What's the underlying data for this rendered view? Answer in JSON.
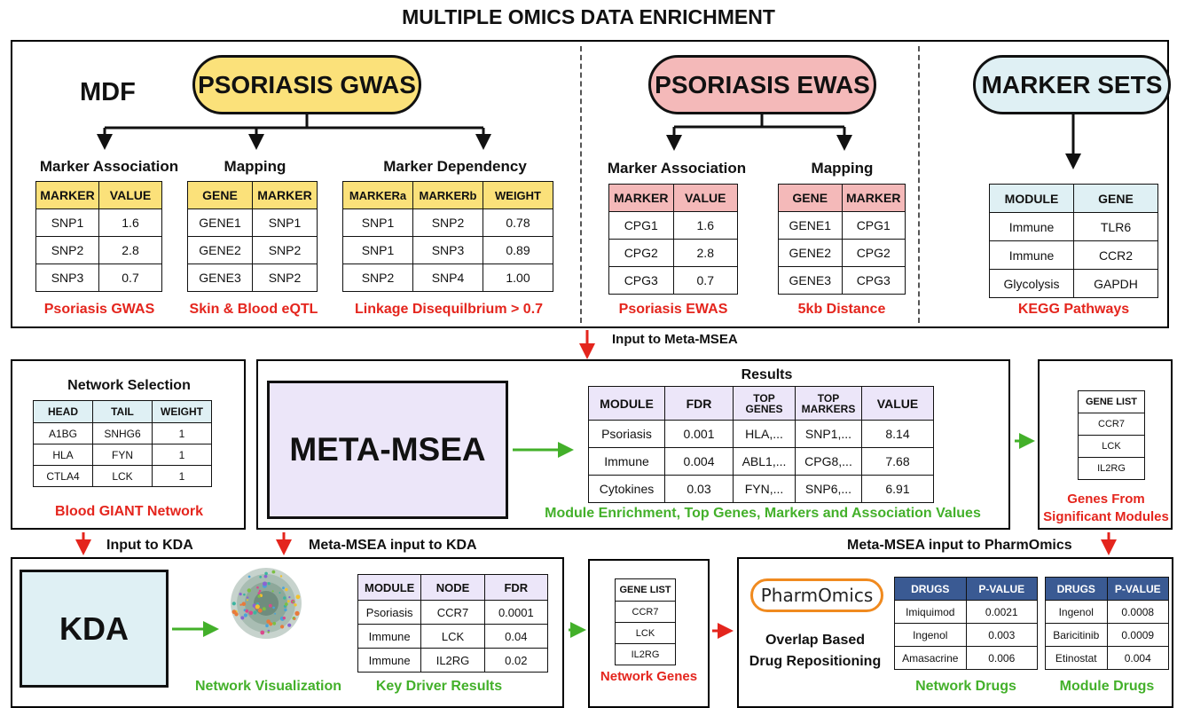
{
  "title": "MULTIPLE OMICS DATA ENRICHMENT",
  "colors": {
    "yellow": "#fbe17a",
    "pink": "#f4b9b9",
    "lightblue": "#dff0f4",
    "lavender": "#ece6f9",
    "red": "#e4251d",
    "green": "#43b02a",
    "navy": "#3a5a93"
  },
  "mdf": {
    "label": "MDF",
    "gwas": {
      "pill": "PSORIASIS GWAS",
      "assoc": {
        "title": "Marker Association",
        "header": [
          "MARKER",
          "VALUE"
        ],
        "rows": [
          [
            "SNP1",
            "1.6"
          ],
          [
            "SNP2",
            "2.8"
          ],
          [
            "SNP3",
            "0.7"
          ]
        ],
        "source": "Psoriasis GWAS"
      },
      "mapping": {
        "title": "Mapping",
        "header": [
          "GENE",
          "MARKER"
        ],
        "rows": [
          [
            "GENE1",
            "SNP1"
          ],
          [
            "GENE2",
            "SNP2"
          ],
          [
            "GENE3",
            "SNP2"
          ]
        ],
        "source": "Skin & Blood eQTL"
      },
      "dependency": {
        "title": "Marker Dependency",
        "header": [
          "MARKERa",
          "MARKERb",
          "WEIGHT"
        ],
        "rows": [
          [
            "SNP1",
            "SNP2",
            "0.78"
          ],
          [
            "SNP1",
            "SNP3",
            "0.89"
          ],
          [
            "SNP2",
            "SNP4",
            "1.00"
          ]
        ],
        "source": "Linkage Disequilbrium > 0.7"
      }
    },
    "ewas": {
      "pill": "PSORIASIS EWAS",
      "assoc": {
        "title": "Marker Association",
        "header": [
          "MARKER",
          "VALUE"
        ],
        "rows": [
          [
            "CPG1",
            "1.6"
          ],
          [
            "CPG2",
            "2.8"
          ],
          [
            "CPG3",
            "0.7"
          ]
        ],
        "source": "Psoriasis EWAS"
      },
      "mapping": {
        "title": "Mapping",
        "header": [
          "GENE",
          "MARKER"
        ],
        "rows": [
          [
            "GENE1",
            "CPG1"
          ],
          [
            "GENE2",
            "CPG2"
          ],
          [
            "GENE3",
            "CPG3"
          ]
        ],
        "source": "5kb Distance"
      }
    },
    "markersets": {
      "pill": "MARKER SETS",
      "header": [
        "MODULE",
        "GENE"
      ],
      "rows": [
        [
          "Immune",
          "TLR6"
        ],
        [
          "Immune",
          "CCR2"
        ],
        [
          "Glycolysis",
          "GAPDH"
        ]
      ],
      "source": "KEGG Pathways"
    }
  },
  "input_meta": "Input to Meta-MSEA",
  "network": {
    "title": "Network Selection",
    "header": [
      "HEAD",
      "TAIL",
      "WEIGHT"
    ],
    "rows": [
      [
        "A1BG",
        "SNHG6",
        "1"
      ],
      [
        "HLA",
        "FYN",
        "1"
      ],
      [
        "CTLA4",
        "LCK",
        "1"
      ]
    ],
    "source": "Blood GIANT Network"
  },
  "meta": {
    "box": "META-MSEA",
    "results_title": "Results",
    "header": [
      "MODULE",
      "FDR",
      "TOP GENES",
      "TOP MARKERS",
      "VALUE"
    ],
    "rows": [
      [
        "Psoriasis",
        "0.001",
        "HLA,...",
        "SNP1,...",
        "8.14"
      ],
      [
        "Immune",
        "0.004",
        "ABL1,...",
        "CPG8,...",
        "7.68"
      ],
      [
        "Cytokines",
        "0.03",
        "FYN,...",
        "SNP6,...",
        "6.91"
      ]
    ],
    "caption": "Module Enrichment, Top Genes, Markers and Association Values"
  },
  "sig": {
    "header": "GENE LIST",
    "rows": [
      "CCR7",
      "LCK",
      "IL2RG"
    ],
    "caption1": "Genes From",
    "caption2": "Significant Modules"
  },
  "labels": {
    "input_kda": "Input to KDA",
    "meta_kda": "Meta-MSEA input to KDA",
    "meta_pharm": "Meta-MSEA input to PharmOmics"
  },
  "kda": {
    "box": "KDA",
    "viz_caption": "Network Visualization",
    "header": [
      "MODULE",
      "NODE",
      "FDR"
    ],
    "rows": [
      [
        "Psoriasis",
        "CCR7",
        "0.0001"
      ],
      [
        "Immune",
        "LCK",
        "0.04"
      ],
      [
        "Immune",
        "IL2RG",
        "0.02"
      ]
    ],
    "results_caption": "Key Driver Results"
  },
  "netgenes": {
    "header": "GENE LIST",
    "rows": [
      "CCR7",
      "LCK",
      "IL2RG"
    ],
    "caption": "Network Genes"
  },
  "pharm": {
    "logo": "PharmOmics",
    "caption1": "Overlap Based",
    "caption2": "Drug Repositioning",
    "network": {
      "header": [
        "DRUGS",
        "P-VALUE"
      ],
      "rows": [
        [
          "Imiquimod",
          "0.0021"
        ],
        [
          "Ingenol",
          "0.003"
        ],
        [
          "Amasacrine",
          "0.006"
        ]
      ],
      "caption": "Network Drugs"
    },
    "module": {
      "header": [
        "DRUGS",
        "P-VALUE"
      ],
      "rows": [
        [
          "Ingenol",
          "0.0008"
        ],
        [
          "Baricitinib",
          "0.0009"
        ],
        [
          "Etinostat",
          "0.004"
        ]
      ],
      "caption": "Module Drugs"
    }
  }
}
